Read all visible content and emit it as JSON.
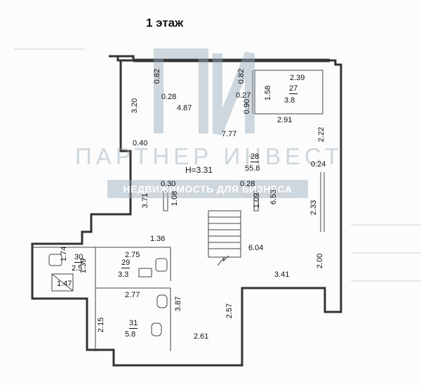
{
  "floor_title": "1 этаж",
  "watermark": {
    "company": "ПАРТНЕР ИНВЕСТ",
    "tagline": "НЕДВИЖИМОСТЬ ДЛЯ БИЗНЕСА",
    "logo": "ПИ"
  },
  "ceiling_height": "H=3.31",
  "rooms": [
    {
      "number": "27",
      "area": "3.8"
    },
    {
      "number": "28",
      "area": "55.8"
    },
    {
      "number": "29",
      "area": "3.3"
    },
    {
      "number": "30",
      "area": "2.5"
    },
    {
      "number": "31",
      "area": "5.8"
    }
  ],
  "dimensions": [
    "0.82",
    "0.28",
    "4.87",
    "0.82",
    "0.27",
    "0.90",
    "1.58",
    "2.39",
    "2.91",
    "3.20",
    "7.77",
    "2.22",
    "0.40",
    "0.24",
    "0.30",
    "0.28",
    "3.71",
    "1.08",
    "1.09",
    "6.53",
    "2.33",
    "1.36",
    "2.75",
    "1.74",
    "1.39",
    "1.47",
    "6.04",
    "2.00",
    "3.41",
    "2.77",
    "3.87",
    "2.57",
    "2.15",
    "2.61"
  ]
}
